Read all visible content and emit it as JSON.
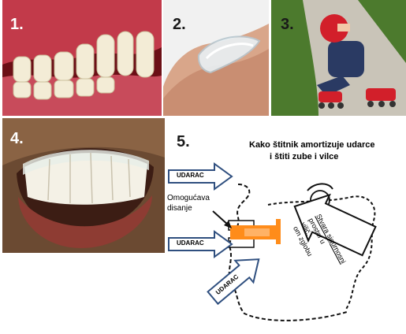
{
  "panels": [
    {
      "number": "1.",
      "subject": "teeth-photo"
    },
    {
      "number": "2.",
      "subject": "mouthguard-in-hand-photo"
    },
    {
      "number": "3.",
      "subject": "child-on-rollerblades-photo"
    },
    {
      "number": "4.",
      "subject": "smile-with-mouthguard-photo"
    },
    {
      "number": "5.",
      "subject": "mouthguard-diagram"
    }
  ],
  "diagram": {
    "title_line1": "Kako štitnik amortizuje udarce",
    "title_line2": "i štiti zube i vilce",
    "arrow_top": "UDARAC",
    "arrow_mid": "UDARAC",
    "arrow_bottom": "UDARAC",
    "breathing_line1": "Omogućava",
    "breathing_line2": "disanje",
    "side_line1": "Stvara sigurnosni",
    "side_line2": "prostor u",
    "side_line3": "vilič.",
    "side_line4": "om zglobu",
    "guard_color": "#ff8c1a"
  },
  "colors": {
    "label_dark": "#1a1a1a",
    "label_light": "#ffffff",
    "arrow_stroke": "#2f4f7f"
  }
}
